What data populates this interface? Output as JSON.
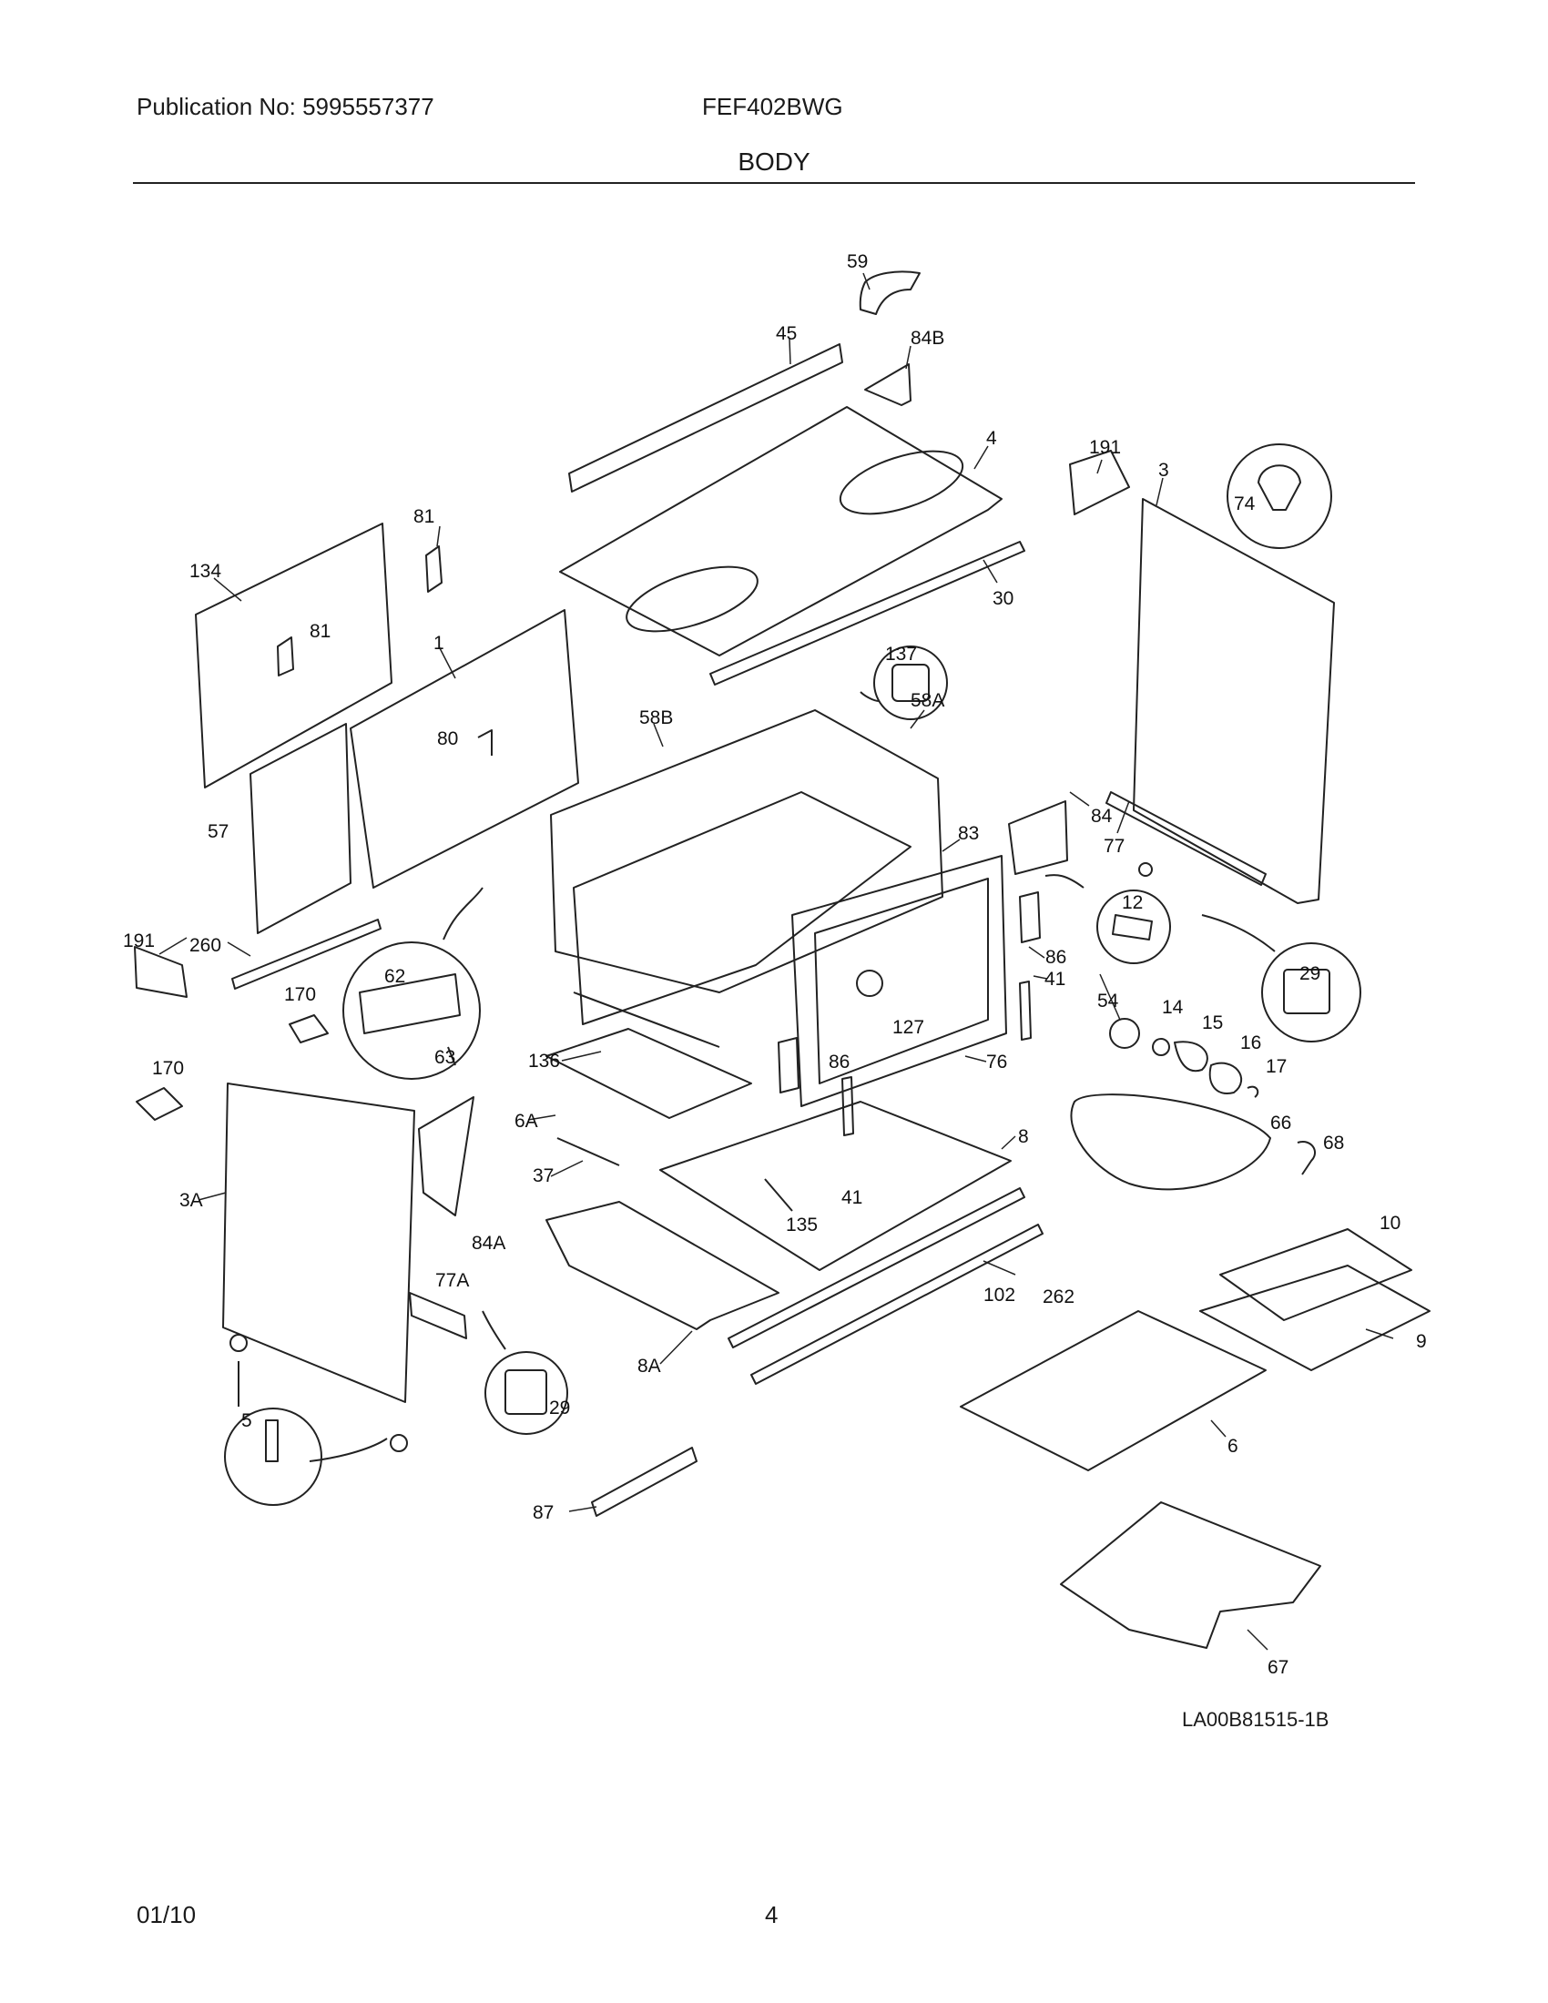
{
  "header": {
    "publication": "Publication No: 5995557377",
    "model": "FEF402BWG",
    "section_title": "BODY"
  },
  "parts": [
    {
      "label": "59"
    },
    {
      "label": "45"
    },
    {
      "label": "84B"
    },
    {
      "label": "4"
    },
    {
      "label": "191"
    },
    {
      "label": "3"
    },
    {
      "label": "74"
    },
    {
      "label": "81"
    },
    {
      "label": "134"
    },
    {
      "label": "81"
    },
    {
      "label": "1"
    },
    {
      "label": "30"
    },
    {
      "label": "137"
    },
    {
      "label": "58B"
    },
    {
      "label": "80"
    },
    {
      "label": "58A"
    },
    {
      "label": "57"
    },
    {
      "label": "84"
    },
    {
      "label": "77"
    },
    {
      "label": "83"
    },
    {
      "label": "12"
    },
    {
      "label": "191"
    },
    {
      "label": "260"
    },
    {
      "label": "62"
    },
    {
      "label": "86"
    },
    {
      "label": "29"
    },
    {
      "label": "170"
    },
    {
      "label": "54"
    },
    {
      "label": "14"
    },
    {
      "label": "41"
    },
    {
      "label": "15"
    },
    {
      "label": "136"
    },
    {
      "label": "127"
    },
    {
      "label": "16"
    },
    {
      "label": "63"
    },
    {
      "label": "76"
    },
    {
      "label": "17"
    },
    {
      "label": "170"
    },
    {
      "label": "86"
    },
    {
      "label": "66"
    },
    {
      "label": "6A"
    },
    {
      "label": "8"
    },
    {
      "label": "68"
    },
    {
      "label": "37"
    },
    {
      "label": "3A"
    },
    {
      "label": "41"
    },
    {
      "label": "135"
    },
    {
      "label": "84A"
    },
    {
      "label": "10"
    },
    {
      "label": "77A"
    },
    {
      "label": "102"
    },
    {
      "label": "262"
    },
    {
      "label": "9"
    },
    {
      "label": "8A"
    },
    {
      "label": "5"
    },
    {
      "label": "29"
    },
    {
      "label": "6"
    },
    {
      "label": "87"
    },
    {
      "label": "67"
    }
  ],
  "drawing_code": "LA00B81515-1B",
  "footer": {
    "date": "01/10",
    "page": "4"
  }
}
